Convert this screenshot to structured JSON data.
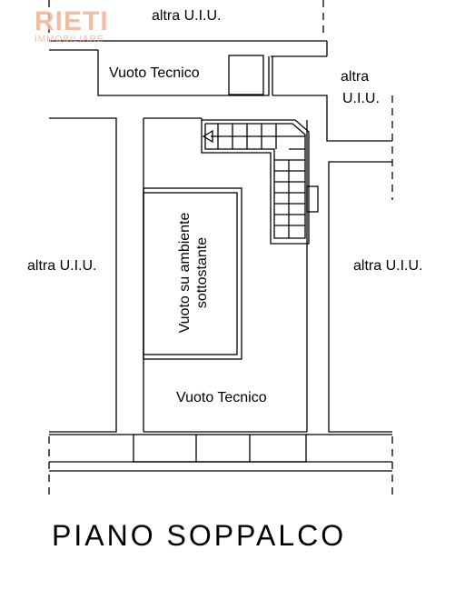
{
  "logo": {
    "name": "RIETI",
    "tagline": "IMMOBILIARE"
  },
  "labels": {
    "top_other_unit": "altra U.I.U.",
    "right_top_other_unit_line1": "altra",
    "right_top_other_unit_line2": "U.I.U.",
    "left_other_unit": "altra U.I.U.",
    "right_other_unit": "altra U.I.U.",
    "technical_void_top": "Vuoto Tecnico",
    "technical_void_bottom": "Vuoto Tecnico",
    "void_above_line1": "Vuoto su ambiente",
    "void_above_line2": "sottostante"
  },
  "title": "PIANO SOPPALCO"
}
